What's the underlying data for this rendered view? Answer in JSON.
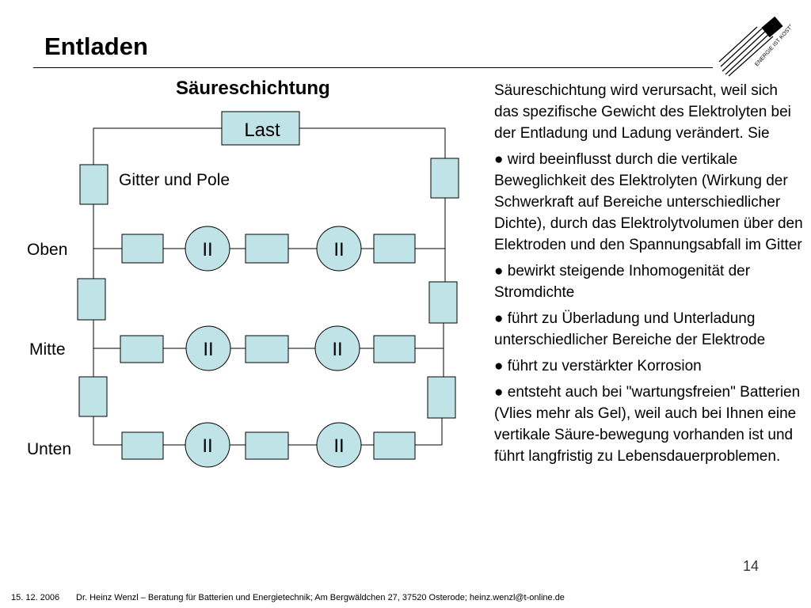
{
  "slide": {
    "title": "Entladen",
    "page_number": "14"
  },
  "logo": {
    "text": "ENERGIE IST KOSTBAR",
    "icon": "battery-logo-icon"
  },
  "diagram": {
    "title": "Säureschichtung",
    "load_label": "Last",
    "grid_label": "Gitter und Pole",
    "row_labels": [
      "Oben",
      "Mitte",
      "Unten"
    ],
    "cell_symbol": "II",
    "colors": {
      "box_fill": "#bfe3e6",
      "line": "#000000"
    }
  },
  "text": {
    "paragraphs": [
      "Säureschichtung wird verursacht, weil sich das spezifische Gewicht des Elektrolyten bei der Entladung und Ladung verändert. Sie",
      "● wird beeinflusst durch die vertikale Beweglichkeit des Elektrolyten (Wirkung der Schwerkraft auf Bereiche unterschiedlicher Dichte), durch das Elektrolytvolumen über den Elektroden und den Spannungsabfall im Gitter",
      "● bewirkt steigende Inhomogenität der Stromdichte",
      "● führt zu Überladung und Unterladung unterschiedlicher Bereiche der Elektrode",
      "● führt zu verstärkter Korrosion",
      "● entsteht auch bei \"wartungsfreien\" Batterien (Vlies mehr als Gel), weil auch bei Ihnen eine vertikale Säure-bewegung vorhanden ist und führt langfristig zu Lebensdauerproblemen."
    ]
  },
  "footer": {
    "date": "15. 12. 2006",
    "text": "Dr. Heinz Wenzl – Beratung für Batterien und Energietechnik; Am Bergwäldchen 27, 37520 Osterode; heinz.wenzl@t-online.de"
  }
}
